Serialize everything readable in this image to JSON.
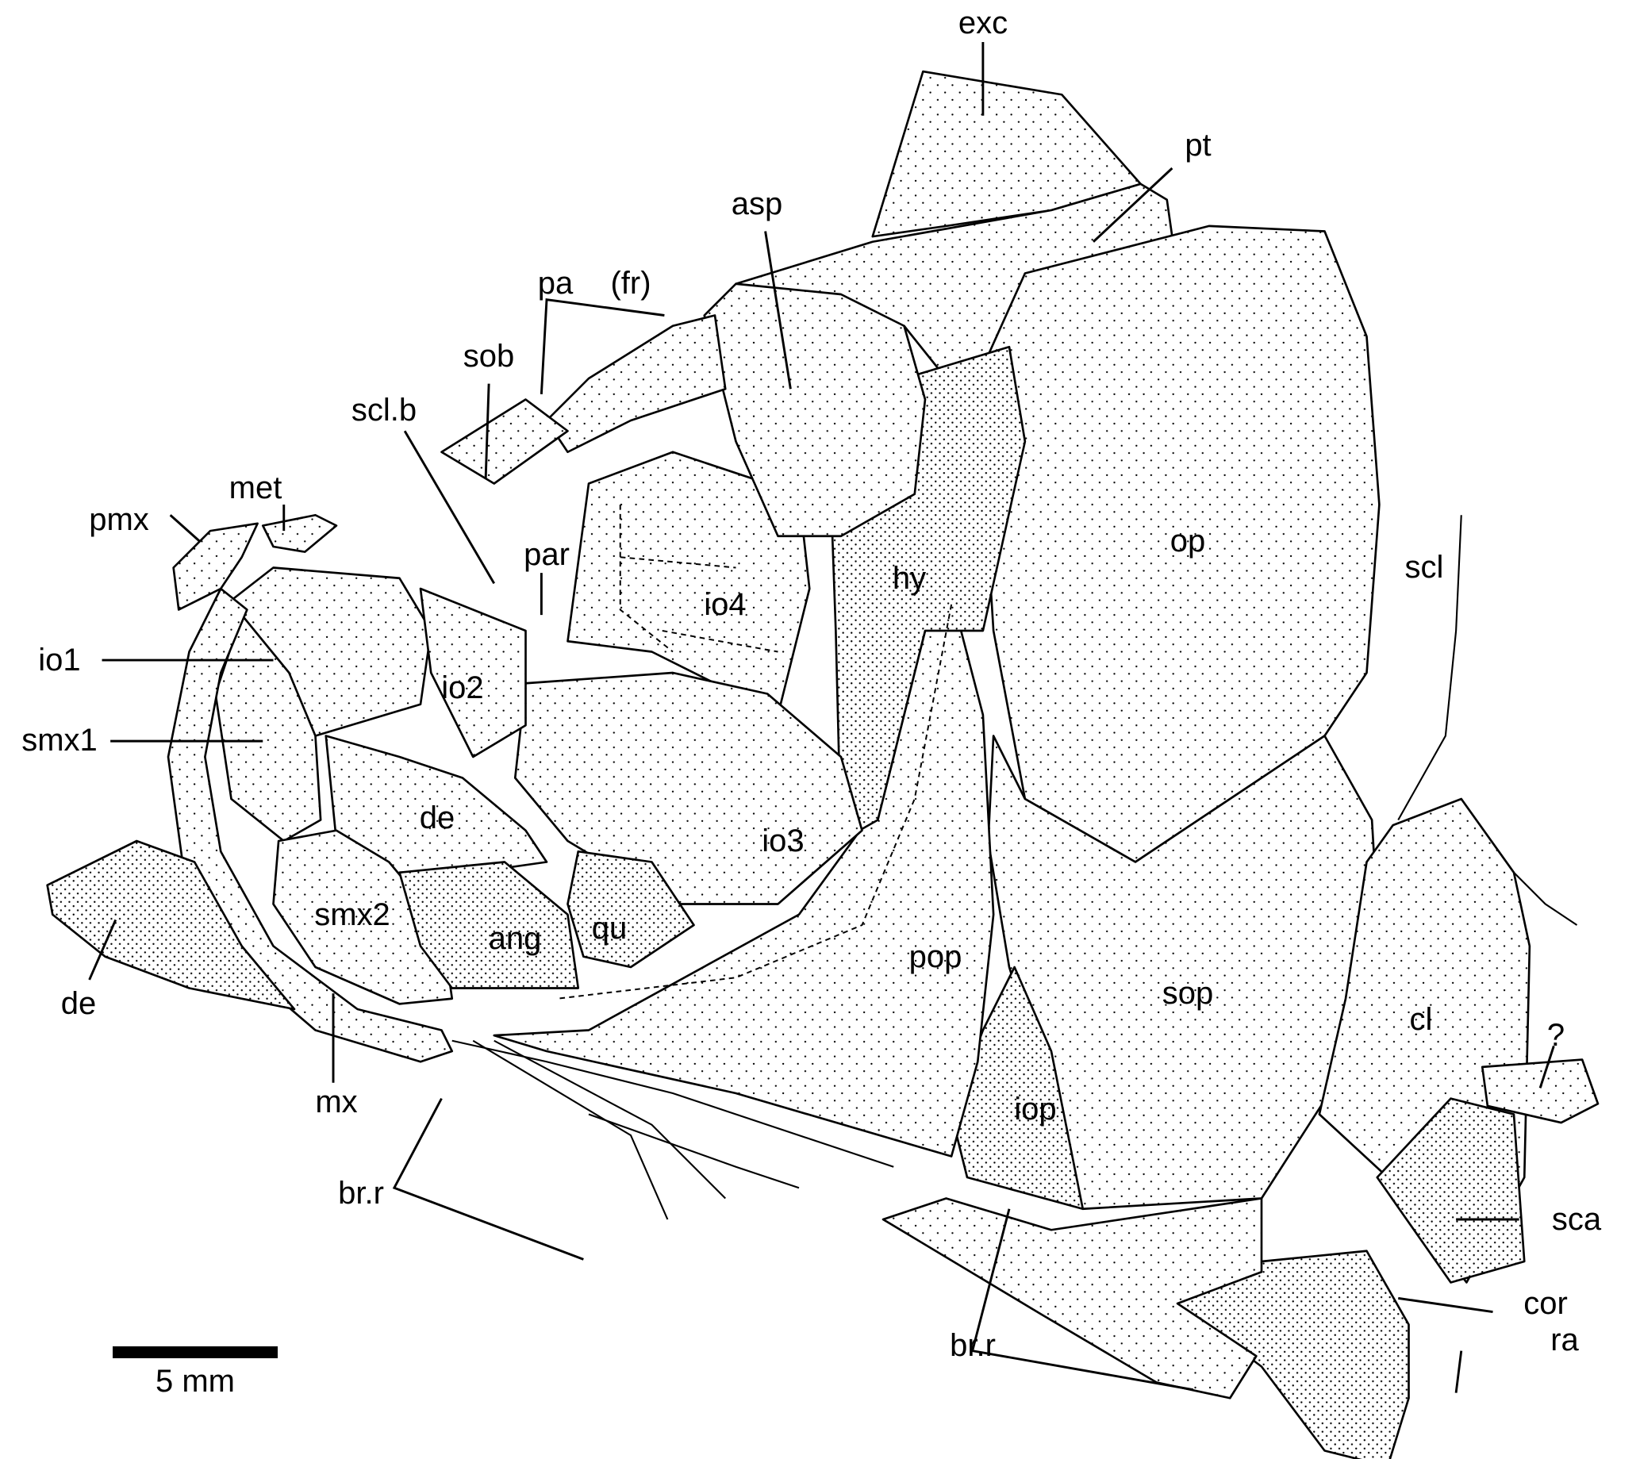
{
  "labels": [
    "exc",
    "pt",
    "asp",
    "pa",
    "(fr)",
    "sob",
    "scl.b",
    "met",
    "pmx",
    "par",
    "io4",
    "hy",
    "op",
    "scl",
    "io1",
    "io2",
    "smx1",
    "de",
    "io3",
    "smx2",
    "ang",
    "qu",
    "pop",
    "de",
    "sop",
    "cl",
    "?",
    "mx",
    "iop",
    "br.r",
    "sca",
    "cor",
    "ra",
    "br.r"
  ],
  "scale_bar": {
    "label": "5 mm"
  },
  "colors": {
    "ink": "#000000",
    "background": "#ffffff"
  }
}
